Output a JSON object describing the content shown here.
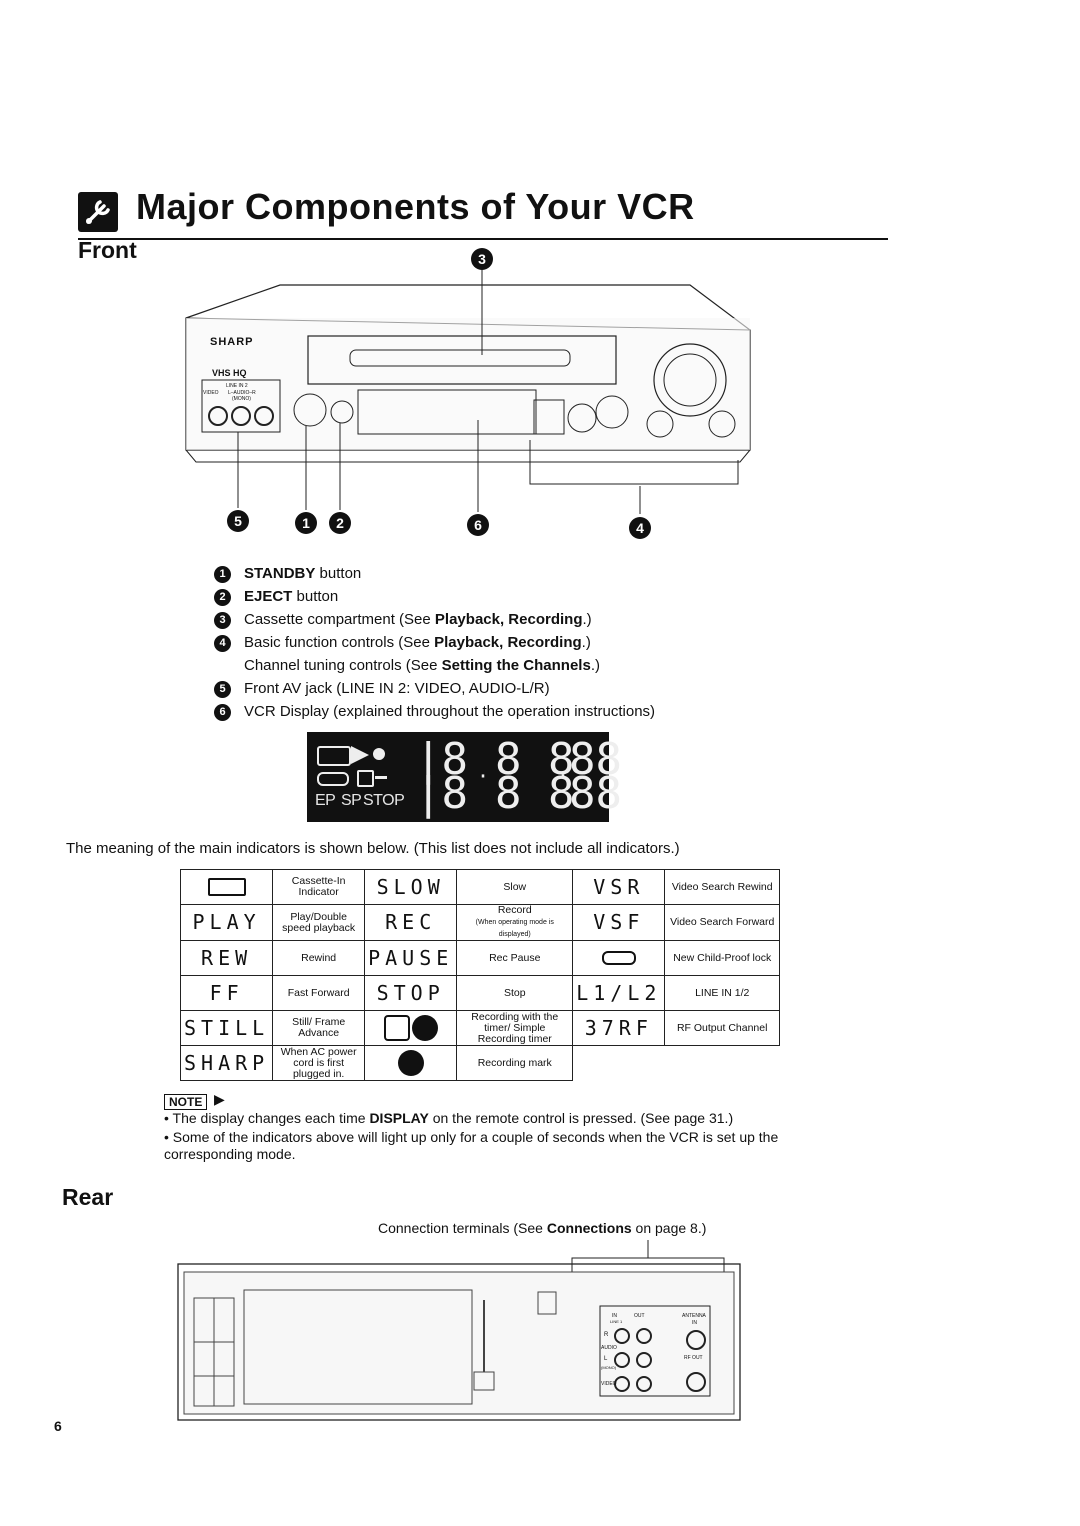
{
  "header": {
    "title": "Major Components of Your VCR"
  },
  "front": {
    "title": "Front",
    "device": {
      "brand": "SHARP",
      "format_logo": "VHS HQ",
      "line_in_label": "LINE IN 2",
      "video_label": "VIDEO",
      "audio_label": "L–AUDIO–R",
      "mono_label": "(MONO)"
    },
    "callouts": [
      "1",
      "2",
      "3",
      "4",
      "5",
      "6"
    ]
  },
  "components": [
    {
      "num": "1",
      "bold": "STANDBY",
      "text": " button"
    },
    {
      "num": "2",
      "bold": "EJECT",
      "text": " button"
    },
    {
      "num": "3",
      "text": "Cassette compartment (See ",
      "bold2": "Playback, Recording",
      "tail": ".)"
    },
    {
      "num": "4",
      "text": "Basic function controls (See ",
      "bold2": "Playback, Recording",
      "tail": ".)"
    },
    {
      "num": "",
      "text": "Channel tuning controls (See ",
      "bold2": "Setting the Channels",
      "tail": ".)"
    },
    {
      "num": "5",
      "text": "Front AV jack (LINE IN 2: VIDEO, AUDIO-L/R)"
    },
    {
      "num": "6",
      "text": "VCR Display (explained throughout the operation instructions)"
    }
  ],
  "display_panel": {
    "ep": "EP",
    "sp": "SP",
    "stop": "STOP"
  },
  "indicators_intro": "The meaning of the main indicators is shown below. (This list does not include all indicators.)",
  "indicators": [
    [
      {
        "sym": "[oo]",
        "label": "Cassette-In Indicator"
      },
      {
        "sym": "SLOW",
        "label": "Slow"
      },
      {
        "sym": "VSR",
        "label": "Video Search Rewind"
      }
    ],
    [
      {
        "sym": "PLAY",
        "label": "Play/Double speed playback"
      },
      {
        "sym": "REC",
        "label": "Record",
        "sub": "(When operating mode is displayed)"
      },
      {
        "sym": "VSF",
        "label": "Video Search Forward"
      }
    ],
    [
      {
        "sym": "REW",
        "label": "Rewind"
      },
      {
        "sym": "PAUSE",
        "label": "Rec Pause"
      },
      {
        "sym": "key",
        "label": "New Child-Proof lock"
      }
    ],
    [
      {
        "sym": "FF",
        "label": "Fast Forward"
      },
      {
        "sym": "STOP",
        "label": "Stop"
      },
      {
        "sym": "L1/L2",
        "label": "LINE IN 1/2"
      }
    ],
    [
      {
        "sym": "STILL",
        "label": "Still/ Frame Advance"
      },
      {
        "sym": "timer",
        "label": "Recording with the timer/ Simple Recording timer"
      },
      {
        "sym": "37RF",
        "label": "RF Output Channel"
      }
    ],
    [
      {
        "sym": "SHARP",
        "label": "When AC power cord is first plugged in."
      },
      {
        "sym": "dot",
        "label": "Recording mark"
      }
    ]
  ],
  "notes": {
    "badge": "NOTE",
    "items": [
      {
        "a": "The display changes each time ",
        "b": "DISPLAY",
        "c": " on the remote control is pressed. (See page 31.)"
      },
      {
        "a": "Some of the indicators above will light up only for a couple of seconds when the VCR is set up the corresponding mode.",
        "b": "",
        "c": ""
      }
    ]
  },
  "rear": {
    "title": "Rear",
    "caption_a": "Connection terminals (See ",
    "caption_b": "Connections",
    "caption_c": " on page 8.)",
    "terminals": {
      "in": "IN",
      "out": "OUT",
      "line1": "LINE 1",
      "antenna": "ANTENNA",
      "ant_in": "IN",
      "r": "R",
      "audio": "AUDIO",
      "l": "L",
      "mono": "(MONO)",
      "rf_out": "RF OUT",
      "video": "VIDEO"
    }
  },
  "page_number": "6"
}
